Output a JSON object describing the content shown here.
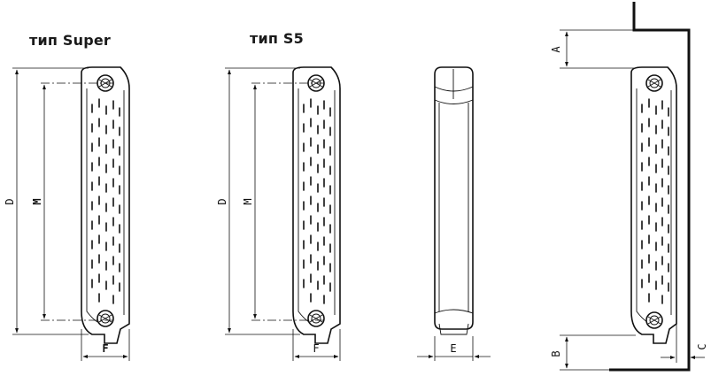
{
  "figures": {
    "super": {
      "title": "тип Super",
      "dim_total": "D",
      "dim_axis": "M",
      "dim_depth": "F"
    },
    "s5": {
      "title": "тип S5",
      "dim_total": "D",
      "dim_axis": "M",
      "dim_depth": "F"
    },
    "side": {
      "dim_width": "E"
    },
    "install": {
      "dim_top": "A",
      "dim_bottom": "B",
      "dim_wall": "C"
    }
  }
}
